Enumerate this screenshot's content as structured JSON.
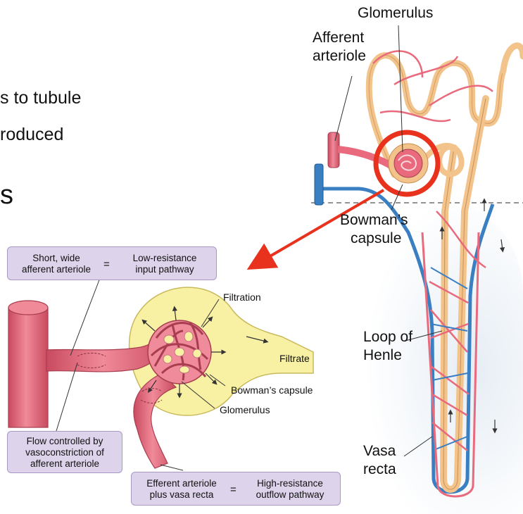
{
  "slide_text": {
    "line1": "s to tubule",
    "line2": "roduced",
    "line3": "s"
  },
  "nephron_labels": {
    "glomerulus": "Glomerulus",
    "afferent_arteriole_1": "Afferent",
    "afferent_arteriole_2": "arteriole",
    "bowmans_capsule_1": "Bowman’s",
    "bowmans_capsule_2": "capsule",
    "loop_of_henle_1": "Loop of",
    "loop_of_henle_2": "Henle",
    "vasa_recta_1": "Vasa",
    "vasa_recta_2": "recta"
  },
  "detail_labels": {
    "filtration": "Filtration",
    "filtrate": "Filtrate",
    "bowmans_capsule": "Bowman’s capsule",
    "glomerulus": "Glomerulus"
  },
  "callouts": {
    "afferent": {
      "left_1": "Short, wide",
      "left_2": "afferent arteriole",
      "equals": "=",
      "right_1": "Low-resistance",
      "right_2": "input pathway"
    },
    "flow": {
      "line1": "Flow controlled by",
      "line2": "vasoconstriction of",
      "line3": "afferent arteriole"
    },
    "efferent": {
      "left_1": "Efferent arteriole",
      "left_2": "plus vasa recta",
      "equals": "=",
      "right_1": "High-resistance",
      "right_2": "outflow pathway"
    }
  },
  "colors": {
    "vessel_red": "#e86a7c",
    "vessel_dark": "#a83d50",
    "tubule_tan": "#f2c48c",
    "capsule_yellow": "#f8f1a4",
    "vein_blue": "#3a7fc2",
    "highlight_red": "#e8321e",
    "callout_fill": "#ddd3ea"
  }
}
